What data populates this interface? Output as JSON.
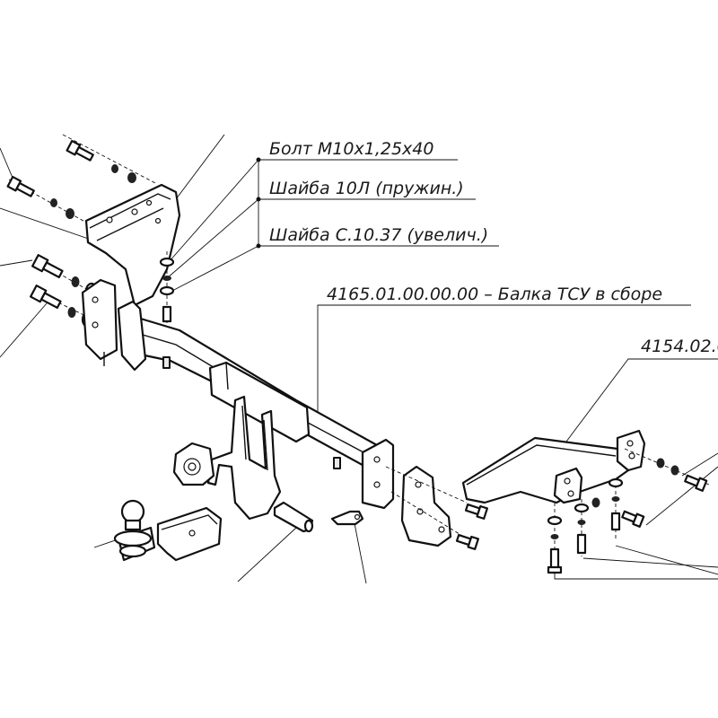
{
  "labels": {
    "bolt": "Болт М10х1,25х40",
    "spring_washer": "Шайба 10Л (пружин.)",
    "big_washer": "Шайба С.10.37 (увелич.)",
    "beam_assembly": "4165.01.00.00.00 – Балка ТСУ в сборе",
    "bracket_part": "4154.02.0"
  }
}
